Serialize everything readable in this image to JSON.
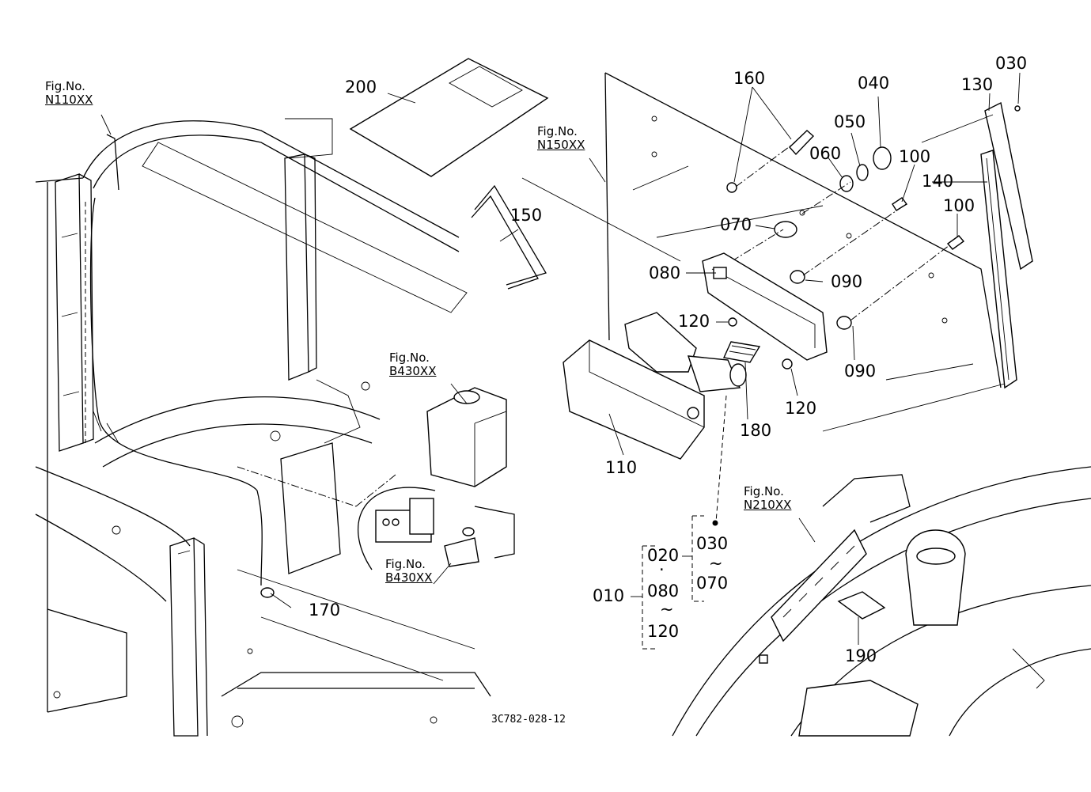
{
  "diagram": {
    "drawing_code": "3C782-028-12",
    "figure_refs": [
      {
        "key": "n110",
        "title": "Fig.No.",
        "number": "N110XX"
      },
      {
        "key": "n150",
        "title": "Fig.No.",
        "number": "N150XX"
      },
      {
        "key": "b430a",
        "title": "Fig.No.",
        "number": "B430XX"
      },
      {
        "key": "b430b",
        "title": "Fig.No.",
        "number": "B430XX"
      },
      {
        "key": "n210",
        "title": "Fig.No.",
        "number": "N210XX"
      }
    ],
    "part_labels": {
      "p200": "200",
      "p150": "150",
      "p160": "160",
      "p040": "040",
      "p030": "030",
      "p130": "130",
      "p050": "050",
      "p060": "060",
      "p100a": "100",
      "p140": "140",
      "p100b": "100",
      "p070": "070",
      "p080": "080",
      "p090a": "090",
      "p120a": "120",
      "p090b": "090",
      "p120b": "120",
      "p180": "180",
      "p110": "110",
      "p170": "170",
      "p190": "190"
    },
    "group_labels": {
      "g010": "010",
      "g020": "020",
      "gdot": "·",
      "g080": "080",
      "gtilde1": "~",
      "g120": "120",
      "g030": "030",
      "gtilde2": "~",
      "g070": "070"
    }
  }
}
